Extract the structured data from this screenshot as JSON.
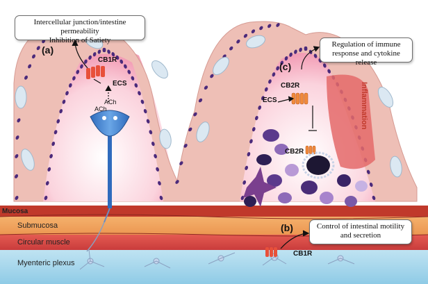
{
  "boxes": {
    "a": {
      "lines": [
        "Intercellular junction/intestine permeability",
        "Inhibition of Satiety"
      ]
    },
    "c": {
      "lines": [
        "Regulation of immune",
        "response and cytokine release"
      ]
    },
    "b": {
      "lines": [
        "Control of intestinal motility",
        "and secretion"
      ]
    }
  },
  "panel_letters": {
    "a": "(a)",
    "b": "(b)",
    "c": "(c)"
  },
  "receptors": {
    "cb1r_a": "CB1R",
    "cb1r_b": "CB1R",
    "cb2r_c": "CB2R",
    "cb2r_lower": "CB2R"
  },
  "labels": {
    "ecs_a": "ECS",
    "ecs_c": "ECS",
    "ach_1": "ACh",
    "ach_2": "ACh",
    "inflammation": "Inflammation"
  },
  "layers": {
    "mucosa": "Mucosa",
    "submucosa": "Submucosa",
    "circular_muscle": "Circular muscle",
    "myenteric_plexus": "Myenteric plexus"
  },
  "colors": {
    "villus": "#eebfb6",
    "lumen_pink": "#f7b6c6",
    "mucosa_red": "#c0392b",
    "submucosa_orange": "#f0a35e",
    "muscle_red": "#d9494a",
    "plexus_blue": "#9fd3ea",
    "nucleus_purple": "#4b2a7b",
    "goblet_blue": "#dbe8f2",
    "neuron_blue": "#3f7fcf",
    "receptor_red": "#e8503a",
    "receptor_orange": "#f08a3c",
    "inflammation_red": "#e46a6a"
  }
}
